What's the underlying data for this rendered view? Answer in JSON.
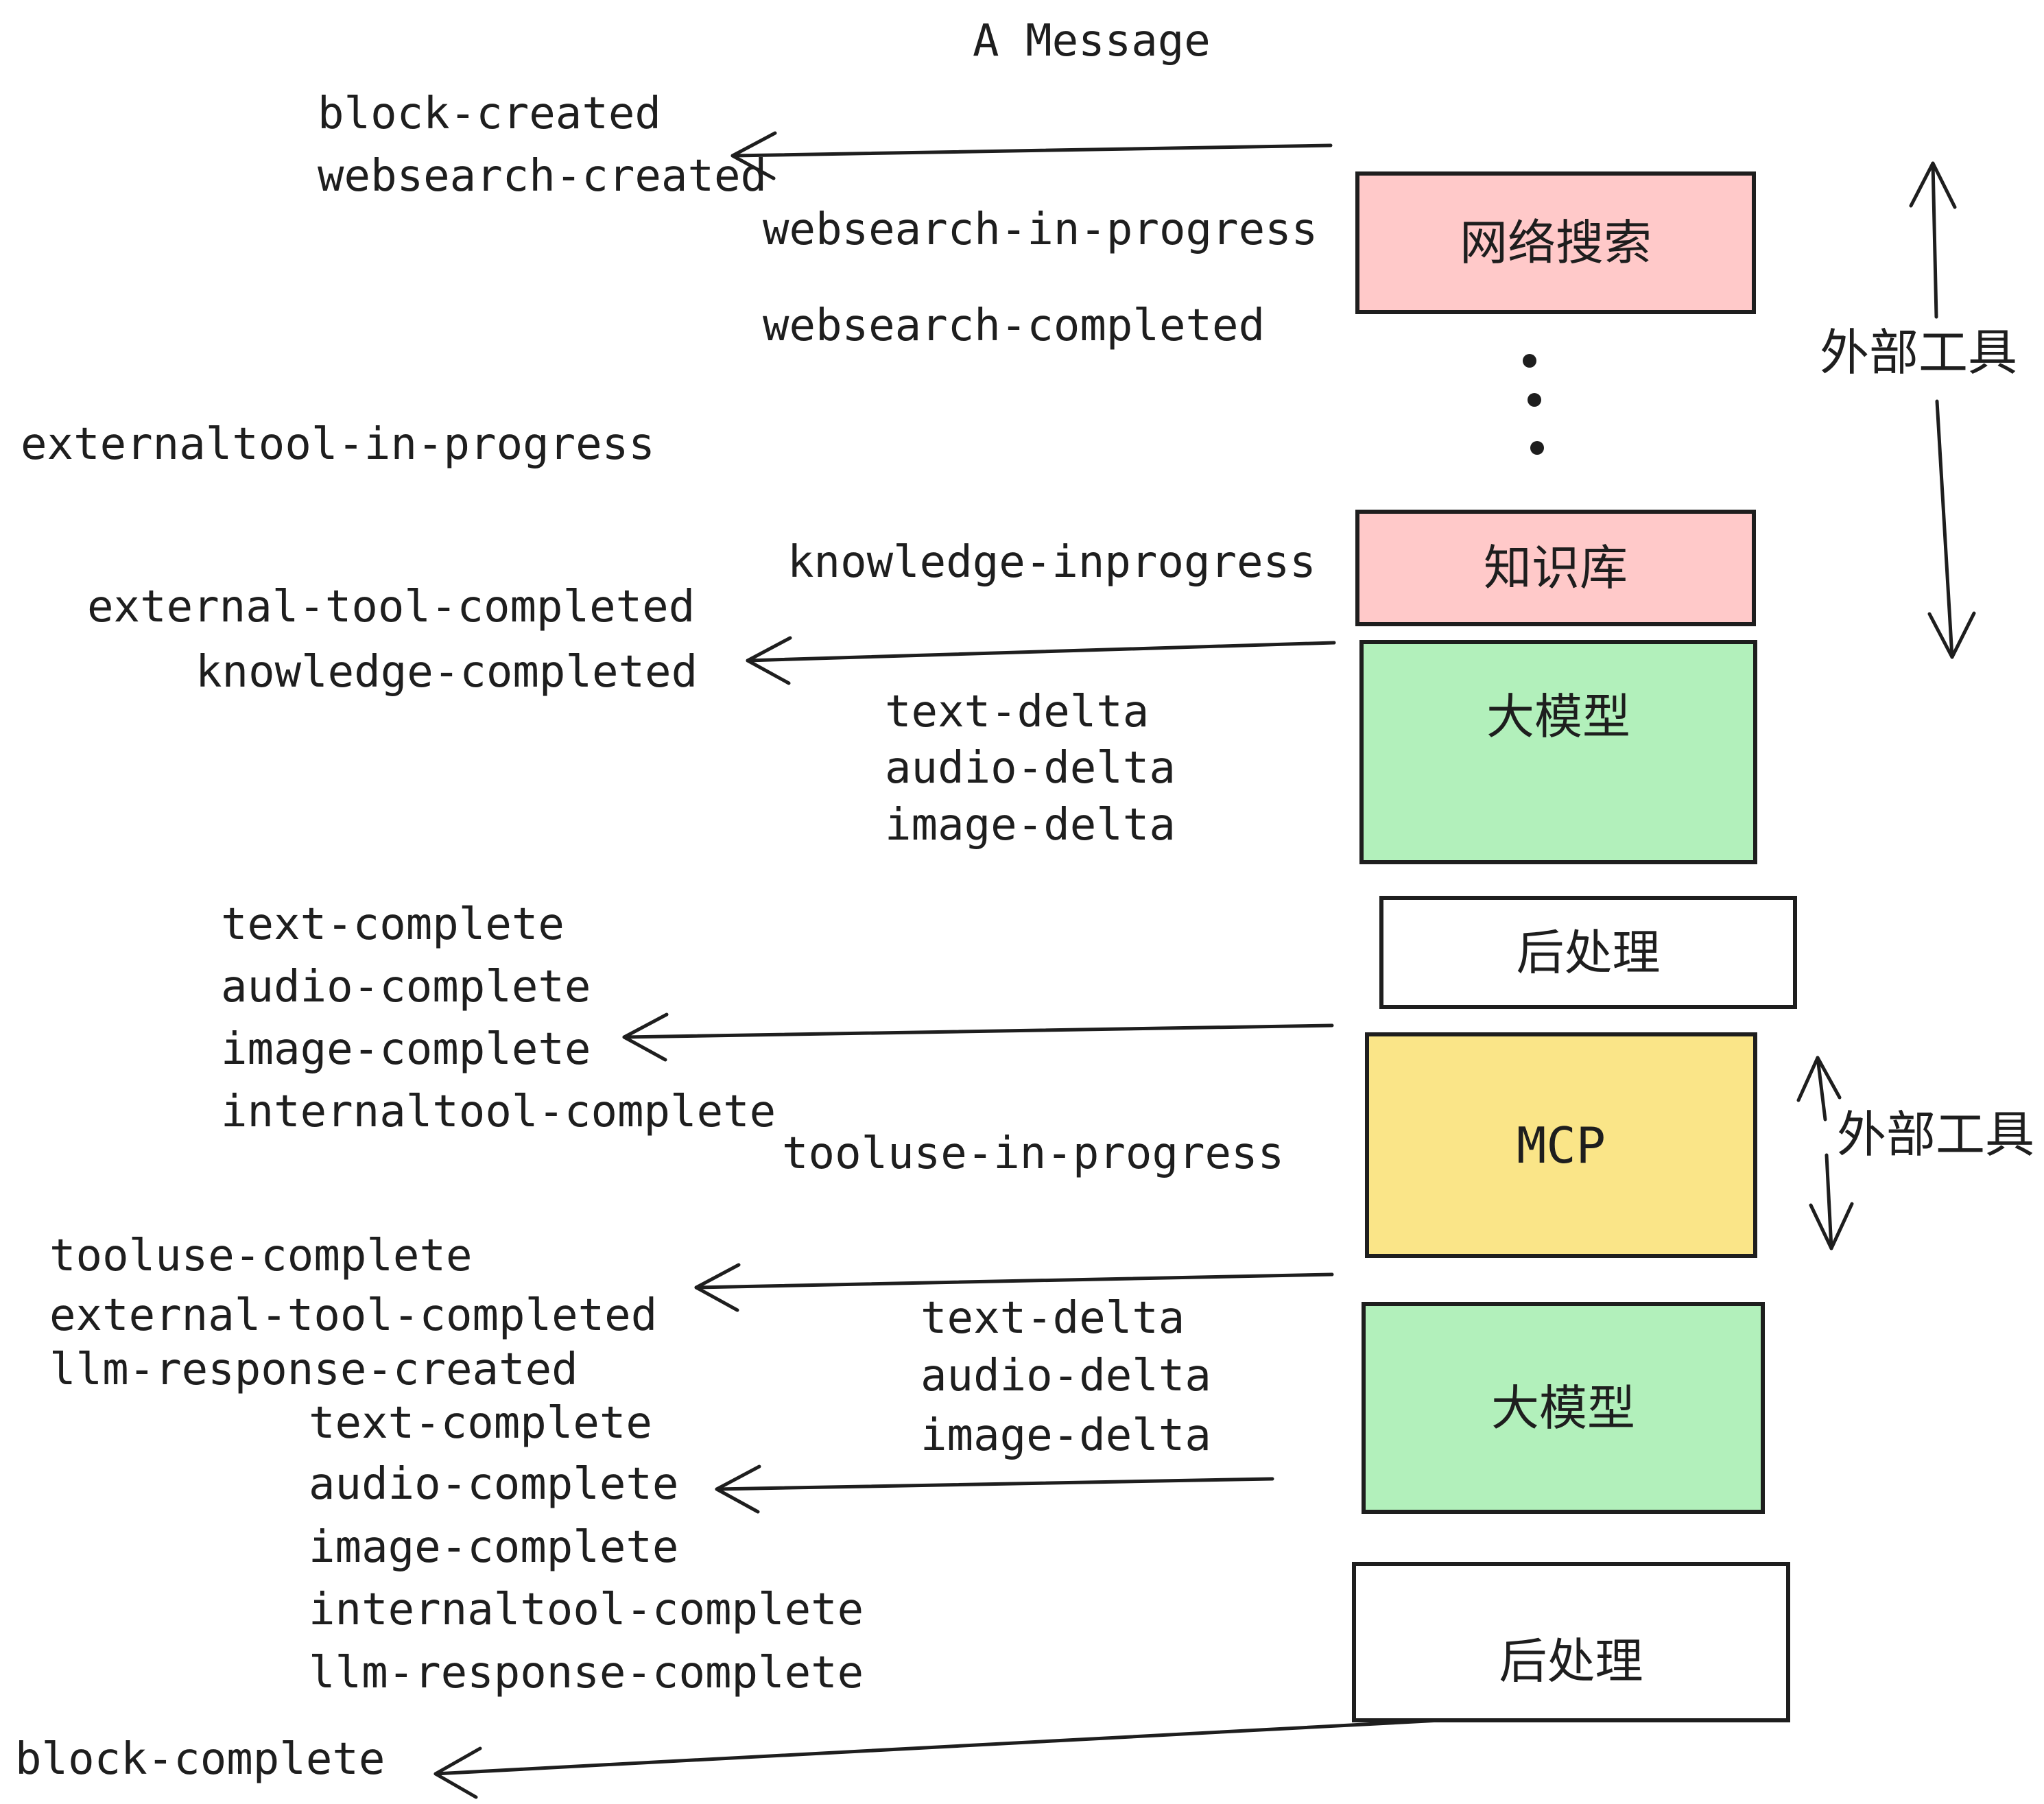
{
  "title": "A Message",
  "colors": {
    "pink": "#ffc9c9",
    "green": "#b2f0bb",
    "yellow": "#fae588",
    "white": "#ffffff",
    "ink": "#1e1e1e",
    "background": "#ffffff"
  },
  "boxes": [
    {
      "id": "websearch",
      "label": "网络搜索",
      "color": "#ffc9c9"
    },
    {
      "id": "knowledge",
      "label": "知识库",
      "color": "#ffc9c9"
    },
    {
      "id": "llm-1",
      "label": "大模型",
      "color": "#b2f0bb"
    },
    {
      "id": "post-1",
      "label": "后处理",
      "color": "#ffffff"
    },
    {
      "id": "mcp",
      "label": "MCP",
      "color": "#fae588"
    },
    {
      "id": "llm-2",
      "label": "大模型",
      "color": "#b2f0bb"
    },
    {
      "id": "post-2",
      "label": "后处理",
      "color": "#ffffff"
    }
  ],
  "side_labels": [
    {
      "id": "external-tools-top",
      "text": "外部工具"
    },
    {
      "id": "external-tools-mcp",
      "text": "外部工具"
    }
  ],
  "events": [
    {
      "id": "block-created",
      "text": "block-created"
    },
    {
      "id": "websearch-created",
      "text": "websearch-created"
    },
    {
      "id": "websearch-in-progress",
      "text": "websearch-in-progress"
    },
    {
      "id": "websearch-completed",
      "text": "websearch-completed"
    },
    {
      "id": "externaltool-in-progress",
      "text": "externaltool-in-progress"
    },
    {
      "id": "knowledge-inprogress",
      "text": "knowledge-inprogress"
    },
    {
      "id": "external-tool-completed",
      "text": "external-tool-completed"
    },
    {
      "id": "knowledge-completed",
      "text": "knowledge-completed"
    },
    {
      "id": "text-delta",
      "text": "text-delta"
    },
    {
      "id": "audio-delta",
      "text": "audio-delta"
    },
    {
      "id": "image-delta",
      "text": "image-delta"
    },
    {
      "id": "text-complete",
      "text": "text-complete"
    },
    {
      "id": "audio-complete",
      "text": "audio-complete"
    },
    {
      "id": "image-complete",
      "text": "image-complete"
    },
    {
      "id": "internaltool-complete",
      "text": "internaltool-complete"
    },
    {
      "id": "tooluse-in-progress",
      "text": "tooluse-in-progress"
    },
    {
      "id": "tooluse-complete",
      "text": "tooluse-complete"
    },
    {
      "id": "external-tool-completed-2",
      "text": "external-tool-completed"
    },
    {
      "id": "llm-response-created",
      "text": "llm-response-created"
    },
    {
      "id": "text-complete-2",
      "text": "text-complete"
    },
    {
      "id": "audio-complete-2",
      "text": "audio-complete"
    },
    {
      "id": "image-complete-2",
      "text": "image-complete"
    },
    {
      "id": "internaltool-complete-2",
      "text": "internaltool-complete"
    },
    {
      "id": "llm-response-complete",
      "text": "llm-response-complete"
    },
    {
      "id": "text-delta-2",
      "text": "text-delta"
    },
    {
      "id": "audio-delta-2",
      "text": "audio-delta"
    },
    {
      "id": "image-delta-2",
      "text": "image-delta"
    },
    {
      "id": "block-complete",
      "text": "block-complete"
    }
  ]
}
